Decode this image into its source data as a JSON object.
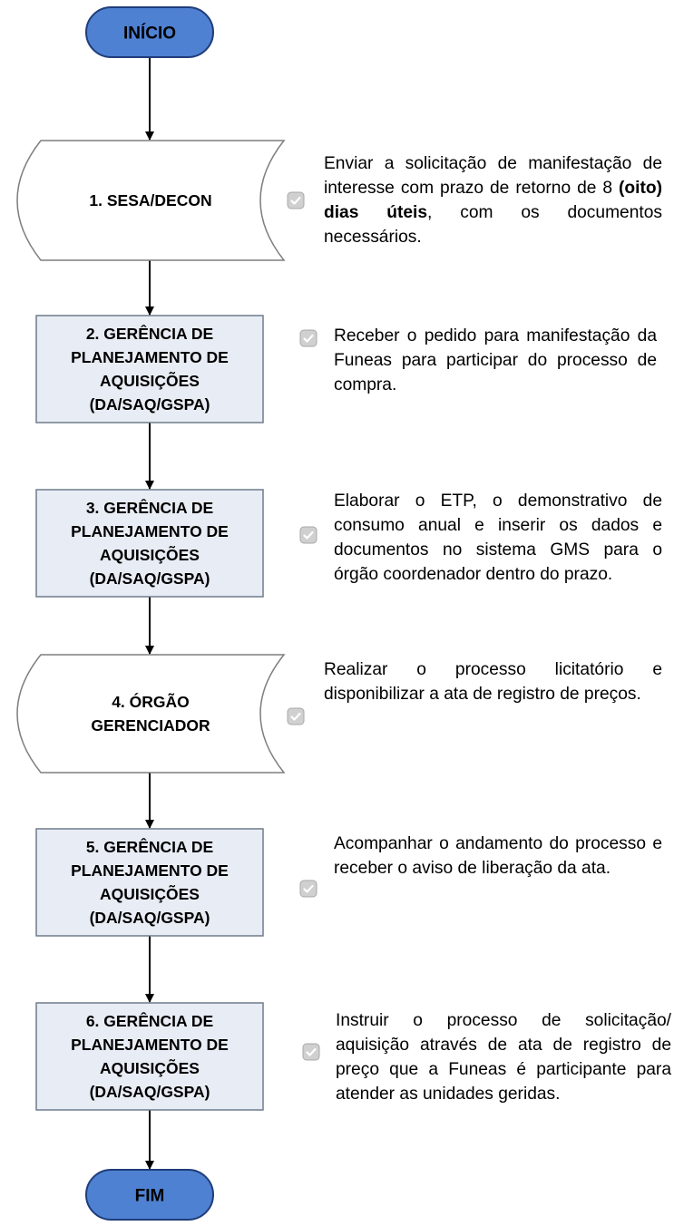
{
  "colors": {
    "terminal_fill": "#4F81D2",
    "terminal_stroke": "#1F3D7A",
    "process_fill": "#E8EDF5",
    "process_stroke": "#6F7C8C",
    "document_fill": "#FFFFFF",
    "document_stroke": "#7F7F7F",
    "arrow": "#000000",
    "check_fill": "#D0D0D0"
  },
  "start": {
    "label": "INÍCIO"
  },
  "end": {
    "label": "FIM"
  },
  "steps": [
    {
      "shape": "document",
      "label_lines": [
        "1. SESA/DECON"
      ],
      "description": {
        "before": "Enviar a solicitação de manifestação de interesse com prazo de retorno de 8 ",
        "bold": "(oito) dias úteis",
        "after": ", com os documentos necessários."
      },
      "icon": "checkbox-icon"
    },
    {
      "shape": "process",
      "label_lines": [
        "2. GERÊNCIA DE",
        "PLANEJAMENTO DE",
        "AQUISIÇÕES",
        "(DA/SAQ/GSPA)"
      ],
      "description": {
        "text": "Receber o pedido para manifestação da Funeas para participar do processo de compra."
      },
      "icon": "checkbox-icon"
    },
    {
      "shape": "process",
      "label_lines": [
        "3. GERÊNCIA DE",
        "PLANEJAMENTO DE",
        "AQUISIÇÕES",
        "(DA/SAQ/GSPA)"
      ],
      "description": {
        "text": "Elaborar o ETP, o demonstrativo de consumo anual e inserir os dados e documentos no sistema GMS para o órgão coordenador dentro do prazo."
      },
      "icon": "checkbox-icon"
    },
    {
      "shape": "document",
      "label_lines": [
        "4. ÓRGÃO",
        "GERENCIADOR"
      ],
      "description": {
        "text": "Realizar o processo licitatório e disponibilizar a ata de registro de preços."
      },
      "icon": "checkbox-icon"
    },
    {
      "shape": "process",
      "label_lines": [
        "5.  GERÊNCIA DE",
        "PLANEJAMENTO DE",
        "AQUISIÇÕES",
        "(DA/SAQ/GSPA)"
      ],
      "description": {
        "text": "Acompanhar o andamento do processo e receber o aviso de liberação da ata."
      },
      "icon": "checkbox-icon"
    },
    {
      "shape": "process",
      "label_lines": [
        "6.  GERÊNCIA DE",
        "PLANEJAMENTO DE",
        "AQUISIÇÕES",
        "(DA/SAQ/GSPA)"
      ],
      "description": {
        "text": "Instruir o processo de solicitação/ aquisição através de ata de registro de preço que a Funeas é participante para atender as unidades geridas."
      },
      "icon": "checkbox-icon"
    }
  ]
}
